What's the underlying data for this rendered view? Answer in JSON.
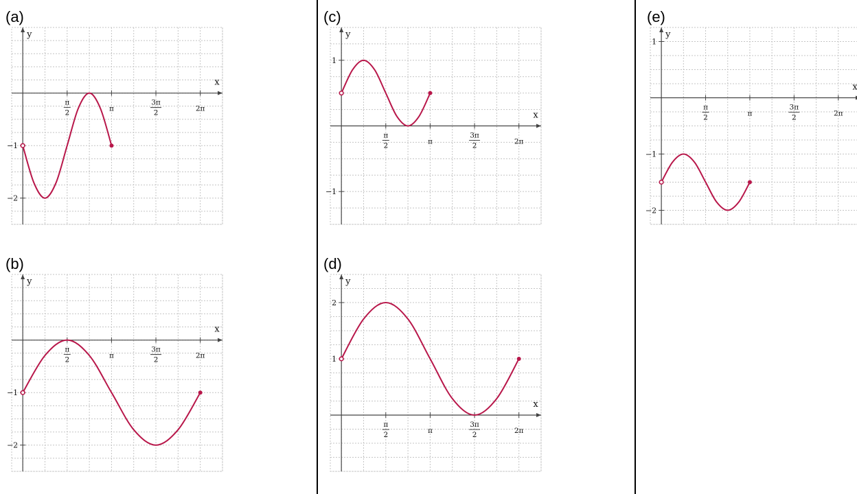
{
  "colors": {
    "curve": "#b8174a",
    "grid": "#c4c4c4",
    "axis": "#444444",
    "divider": "#000000"
  },
  "chart_data": [
    {
      "id": "a",
      "panel_label": "(a)",
      "type": "line",
      "function_points": "y = -1 - sin(2x) on [0, pi]",
      "x": [
        0,
        0.393,
        0.785,
        1.178,
        1.571,
        1.963,
        2.356,
        2.749,
        3.142
      ],
      "y": [
        -1,
        -1.707,
        -2,
        -1.707,
        -1,
        -0.293,
        0,
        -0.293,
        -1
      ],
      "plot_y": "inverted",
      "xlim": [
        -0.3927,
        7.069
      ],
      "ylim": [
        -2.5,
        1.25
      ],
      "xticks": [
        1.5708,
        3.1416,
        4.7124,
        6.2832
      ],
      "xtick_labels": [
        {
          "num": "π",
          "den": "2"
        },
        {
          "num": "π"
        },
        {
          "num": "3π",
          "den": "2"
        },
        {
          "num": "2π"
        }
      ],
      "yticks": [
        -1,
        -2
      ],
      "ytick_labels": [
        "−1",
        "−2"
      ],
      "xlabel": "x",
      "ylabel": "y",
      "endpoints": {
        "start": "open",
        "end": "closed"
      }
    },
    {
      "id": "b",
      "panel_label": "(b)",
      "type": "line",
      "x": [
        0,
        0.785,
        1.571,
        2.356,
        3.142,
        3.927,
        4.712,
        5.498,
        6.283
      ],
      "y": [
        -1,
        -0.293,
        0,
        -0.293,
        -1,
        -1.707,
        -2,
        -1.707,
        -1
      ],
      "xlim": [
        -0.3927,
        7.069
      ],
      "ylim": [
        -2.5,
        1.25
      ],
      "xticks": [
        1.5708,
        3.1416,
        4.7124,
        6.2832
      ],
      "xtick_labels": [
        {
          "num": "π",
          "den": "2"
        },
        {
          "num": "π"
        },
        {
          "num": "3π",
          "den": "2"
        },
        {
          "num": "2π"
        }
      ],
      "yticks": [
        -1,
        -2
      ],
      "ytick_labels": [
        "−1",
        "−2"
      ],
      "xlabel": "x",
      "ylabel": "y",
      "endpoints": {
        "start": "open",
        "end": "closed"
      }
    },
    {
      "id": "c",
      "panel_label": "(c)",
      "type": "line",
      "x": [
        0,
        0.393,
        0.785,
        1.178,
        1.571,
        1.963,
        2.356,
        2.749,
        3.142
      ],
      "y": [
        0.5,
        0.854,
        1,
        0.854,
        0.5,
        0.146,
        0,
        0.146,
        0.5
      ],
      "xlim": [
        -0.3927,
        7.069
      ],
      "ylim": [
        -1.5,
        1.5
      ],
      "xticks": [
        1.5708,
        3.1416,
        4.7124,
        6.2832
      ],
      "xtick_labels": [
        {
          "num": "π",
          "den": "2"
        },
        {
          "num": "π"
        },
        {
          "num": "3π",
          "den": "2"
        },
        {
          "num": "2π"
        }
      ],
      "yticks": [
        1,
        -1
      ],
      "ytick_labels": [
        "1",
        "−1"
      ],
      "xlabel": "x",
      "ylabel": "y",
      "endpoints": {
        "start": "open",
        "end": "closed"
      }
    },
    {
      "id": "d",
      "panel_label": "(d)",
      "type": "line",
      "x": [
        0,
        0.785,
        1.571,
        2.356,
        3.142,
        3.927,
        4.712,
        5.498,
        6.283
      ],
      "y": [
        1,
        1.707,
        2,
        1.707,
        1,
        0.293,
        0,
        0.293,
        1
      ],
      "xlim": [
        -0.3927,
        7.069
      ],
      "ylim": [
        -1,
        2.5
      ],
      "xticks": [
        1.5708,
        3.1416,
        4.7124,
        6.2832
      ],
      "xtick_labels": [
        {
          "num": "π",
          "den": "2"
        },
        {
          "num": "π"
        },
        {
          "num": "3π",
          "den": "2"
        },
        {
          "num": "2π"
        }
      ],
      "yticks": [
        2,
        1
      ],
      "ytick_labels": [
        "2",
        "1"
      ],
      "xlabel": "x",
      "ylabel": "y",
      "endpoints": {
        "start": "open",
        "end": "closed"
      }
    },
    {
      "id": "e",
      "panel_label": "(e)",
      "type": "line",
      "x": [
        0,
        0.393,
        0.785,
        1.178,
        1.571,
        1.963,
        2.356,
        2.749,
        3.142
      ],
      "y": [
        -1.5,
        -1.146,
        -1,
        -1.146,
        -1.5,
        -1.854,
        -2,
        -1.854,
        -1.5
      ],
      "xlim": [
        -0.3927,
        7.069
      ],
      "ylim": [
        -2.25,
        1.25
      ],
      "xticks": [
        1.5708,
        3.1416,
        4.7124,
        6.2832
      ],
      "xtick_labels": [
        {
          "num": "π",
          "den": "2"
        },
        {
          "num": "π"
        },
        {
          "num": "3π",
          "den": "2"
        },
        {
          "num": "2π"
        }
      ],
      "yticks": [
        1,
        -1,
        -2
      ],
      "ytick_labels": [
        "1",
        "−1",
        "−2"
      ],
      "xlabel": "x",
      "ylabel": "y",
      "endpoints": {
        "start": "open",
        "end": "closed"
      }
    }
  ]
}
